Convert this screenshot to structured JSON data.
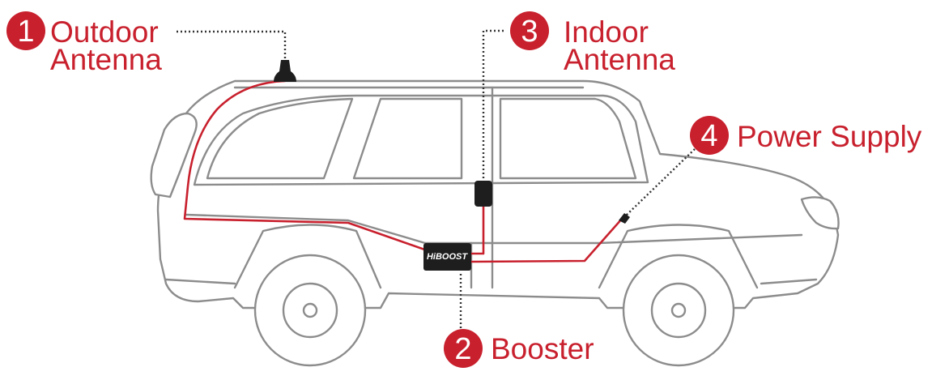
{
  "colors": {
    "accent": "#c8202d",
    "outline": "#8c8c8c",
    "leader": "#333333",
    "device": "#1e1e1e"
  },
  "callouts": [
    {
      "id": "outdoor-antenna",
      "number": "1",
      "lines": [
        "Outdoor",
        "Antenna"
      ]
    },
    {
      "id": "booster",
      "number": "2",
      "lines": [
        "Booster"
      ]
    },
    {
      "id": "indoor-antenna",
      "number": "3",
      "lines": [
        "Indoor",
        "Antenna"
      ]
    },
    {
      "id": "power-supply",
      "number": "4",
      "lines": [
        "Power Supply"
      ]
    }
  ],
  "booster_device": {
    "brand": "HiBOOST"
  },
  "icons": [
    "outdoor-antenna-icon",
    "indoor-antenna-icon",
    "booster-device-icon",
    "power-plug-icon",
    "suv-icon"
  ]
}
